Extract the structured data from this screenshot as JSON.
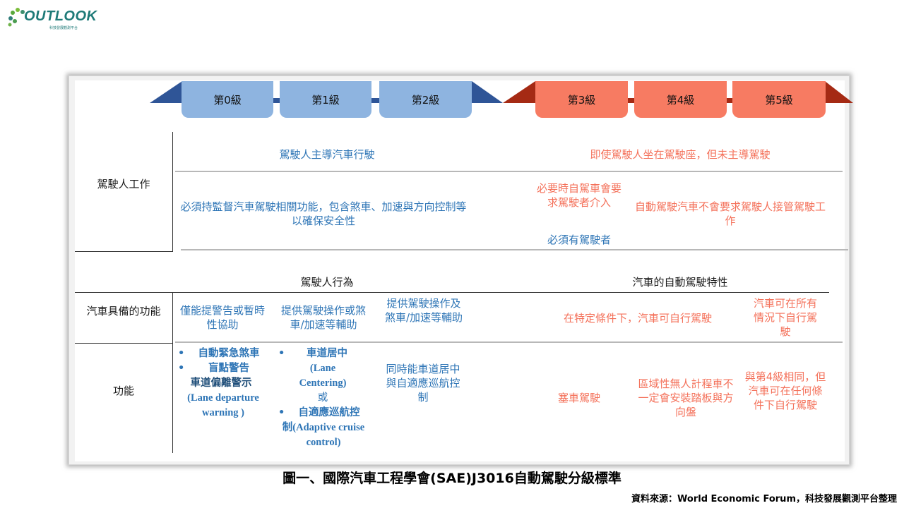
{
  "logo": {
    "name": "OUTLOOK",
    "subtitle": "科技發展觀測平台"
  },
  "levels": {
    "human": [
      "第0級",
      "第1級",
      "第2級"
    ],
    "auto": [
      "第3級",
      "第4級",
      "第5級"
    ]
  },
  "rows": {
    "driver_work": "駕駛人工作",
    "vehicle_function": "汽車具備的功能",
    "features": "功能"
  },
  "driver_work": {
    "human_title": "駕駛人主導汽車行駛",
    "auto_title": "即使駕駛人坐在駕駛座，但未主導駕駛",
    "human_desc": "必須持監督汽車駕駛相關功能，包含煞車、加速與方向控制等以確保安全性",
    "l3_desc": "必要時自駕車會要求駕駛者介入",
    "l3_note": "必須有駕駛者",
    "l45_desc": "自動駕駛汽車不會要求駕駛人接管駕駛工作"
  },
  "section_headers": {
    "driver_behavior": "駕駛人行為",
    "auto_feature": "汽車的自動駕駛特性"
  },
  "vehicle_function": {
    "l0": "僅能提警告或暫時性協助",
    "l1": "提供駕駛操作或煞車/加速等輔助",
    "l2": "提供駕駛操作及煞車/加速等輔助",
    "l34": "在特定條件下，汽車可自行駕駛",
    "l5": "汽車可在所有情況下自行駕駛"
  },
  "features": {
    "l0_items": [
      "自動緊急煞車",
      "盲點警告"
    ],
    "l0_extra": "車道偏離警示",
    "l0_extra_en": "(Lane departure warning )",
    "l1_item1": "車道居中",
    "l1_item1_en": "(Lane Centering)",
    "l1_or": "或",
    "l1_item2": "自適應巡航控",
    "l1_item2_en": "制(Adaptive cruise control)",
    "l2": "同時能車道居中與自適應巡航控制",
    "l3": "塞車駕駛",
    "l4": "區域性無人計程車不一定會安裝踏板與方向盤",
    "l5": "與第4級相同，但汽車可在任何條件下自行駕駛"
  },
  "caption": "圖一、國際汽車工程學會(SAE)J3016自動駕駛分級標準",
  "source": "資料來源：World Economic Forum，科技發展觀測平台整理",
  "colors": {
    "human": "#2e75b6",
    "auto": "#f4715a",
    "human_level": "#8eb4e0",
    "auto_level": "#f77b62",
    "human_arrow": "#2f5597",
    "auto_arrow": "#a52a14"
  }
}
